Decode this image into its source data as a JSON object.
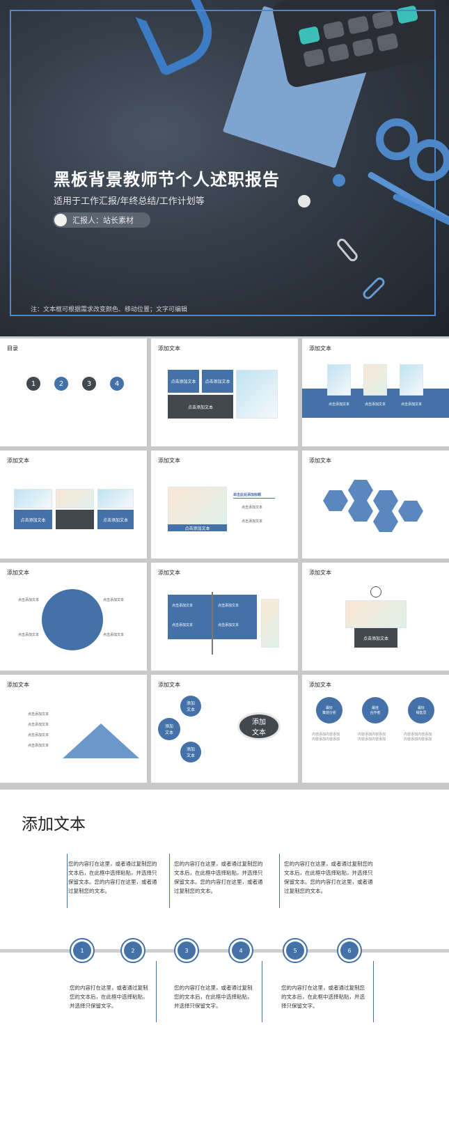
{
  "hero": {
    "title": "黑板背景教师节个人述职报告",
    "subtitle": "适用于工作汇报/年终总结/工作计划等",
    "reporter": "汇报人：站长素材",
    "note": "注：文本框可根据需求改变颜色、移动位置；文字可编辑"
  },
  "slides": {
    "s1": {
      "title": "目录",
      "numbers": [
        "1",
        "2",
        "3",
        "4"
      ]
    },
    "s2": {
      "title": "添加文本",
      "cell_a": "点击添加文本",
      "cell_b": "点击添加文本",
      "cell_c": "点击添加文本"
    },
    "s3": {
      "title": "添加文本",
      "labels": [
        "点击添加文本",
        "点击添加文本",
        "点击添加文本"
      ]
    },
    "s4": {
      "title": "添加文本",
      "cell_a": "点击添加文本",
      "cell_b": "点击添加文本"
    },
    "s5": {
      "title": "添加文本",
      "heading": "单击此处添加标题",
      "items": [
        "点击添加文本",
        "点击添加文本"
      ],
      "caption": "点击添加文本"
    },
    "s6": {
      "title": "添加文本"
    },
    "s7": {
      "title": "添加文本",
      "labels": [
        "点击添加文本",
        "点击添加文本",
        "点击添加文本",
        "点击添加文本"
      ]
    },
    "s8": {
      "title": "添加文本",
      "labels": [
        "点击添加文本",
        "点击添加文本",
        "点击添加文本",
        "点击添加文本"
      ]
    },
    "s9": {
      "title": "添加文本",
      "caption": "点击添加文本"
    },
    "s10": {
      "title": "添加文本",
      "items": [
        "点击添加文本",
        "点击添加文本",
        "点击添加文本",
        "点击添加文本"
      ]
    },
    "s11": {
      "title": "添加文本",
      "small": [
        "添加\n文本",
        "添加\n文本",
        "添加\n文本"
      ],
      "big": "添加\n文本"
    },
    "s12": {
      "title": "添加文本",
      "badges": [
        {
          "label": "最好\n策划分析"
        },
        {
          "label": "最佳\n合作者"
        },
        {
          "label": "最好\n销售员"
        }
      ],
      "caption": "内容添加内容添加\n内容添加内容添加"
    }
  },
  "timeline": {
    "title": "添加文本",
    "top_text": "您的内容打在这里，或者通过复制您的文本后，在此框中选择粘贴，并选择只保留文本。您的内容打在这里，或者通过复制您的文本。",
    "bottom_text": "您的内容打在这里，或者通过复制您的文本后，在此框中选择粘贴，并选择只保留文字。",
    "nodes": [
      "1",
      "2",
      "3",
      "4",
      "5",
      "6"
    ]
  },
  "colors": {
    "accent": "#4472a8",
    "dark": "#43484f"
  }
}
